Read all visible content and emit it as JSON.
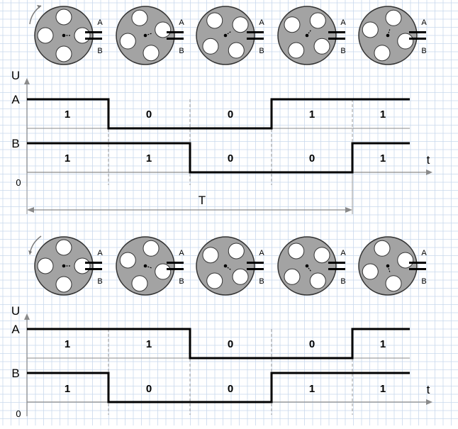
{
  "colors": {
    "grid": "#c9d9ec",
    "disk_fill": "#a3a3a3",
    "disk_stroke": "#333333",
    "hole_fill": "#ffffff",
    "signal": "#000000",
    "guide": "#8a8a8a",
    "dashed": "#9a9a9a"
  },
  "labels": {
    "sensor_a": "A",
    "sensor_b": "B",
    "u": "U",
    "t": "t",
    "zero": "0",
    "period": "T"
  },
  "panels": [
    {
      "id": "top",
      "rotation": "clockwise",
      "arrow_icon": "rotate-clockwise-icon",
      "disks": [
        {
          "hole_angle": 0
        },
        {
          "hole_angle": -18
        },
        {
          "hole_angle": -36
        },
        {
          "hole_angle": -54
        },
        {
          "hole_angle": -72
        }
      ],
      "a_states": [
        1,
        0,
        0,
        1,
        1
      ],
      "b_states": [
        1,
        1,
        0,
        0,
        1
      ],
      "show_period": true
    },
    {
      "id": "bottom",
      "rotation": "counterclockwise",
      "arrow_icon": "rotate-counterclockwise-icon",
      "disks": [
        {
          "hole_angle": 0
        },
        {
          "hole_angle": 18
        },
        {
          "hole_angle": 36
        },
        {
          "hole_angle": 54
        },
        {
          "hole_angle": 72
        }
      ],
      "a_states": [
        1,
        1,
        0,
        0,
        1
      ],
      "b_states": [
        1,
        0,
        0,
        1,
        1
      ],
      "show_period": false
    }
  ]
}
